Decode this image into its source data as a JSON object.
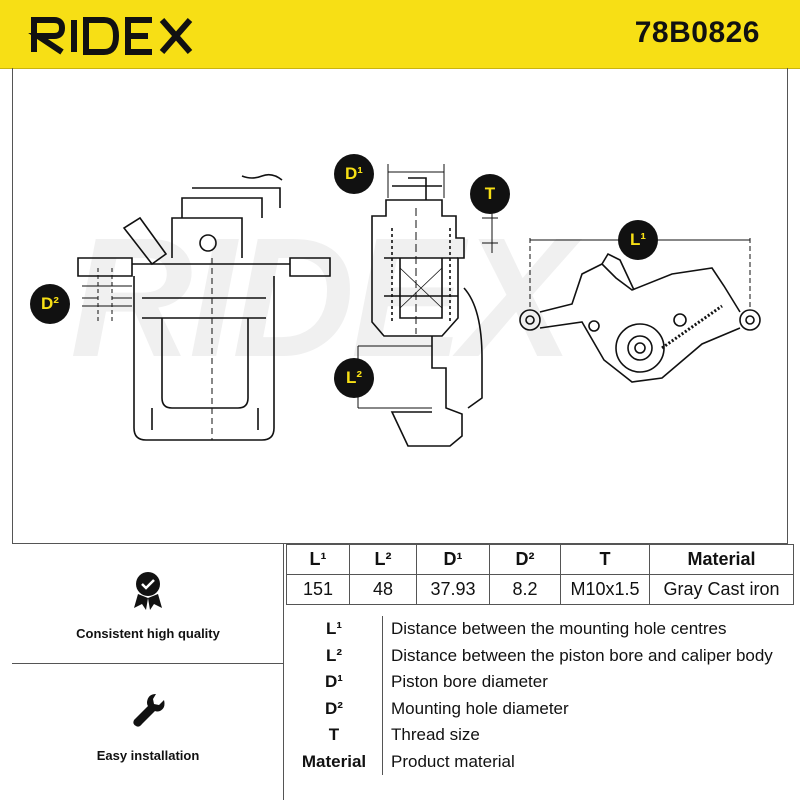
{
  "header": {
    "brand": "RIDEX",
    "part_number": "78B0826"
  },
  "watermark": "RIDEX",
  "diagram_labels": {
    "d1": "D¹",
    "d2": "D²",
    "l1": "L¹",
    "l2": "L²",
    "t": "T"
  },
  "features": [
    {
      "label": "Consistent high quality",
      "icon": "shield-check-icon"
    },
    {
      "label": "Easy installation",
      "icon": "wrench-icon"
    }
  ],
  "spec_table": {
    "headers": [
      "L¹",
      "L²",
      "D¹",
      "D²",
      "T",
      "Material"
    ],
    "values": [
      "151",
      "48",
      "37.93",
      "8.2",
      "M10x1.5",
      "Gray Cast iron"
    ]
  },
  "legend": [
    {
      "key": "L¹",
      "desc": "Distance between the mounting hole centres"
    },
    {
      "key": "L²",
      "desc": "Distance between the piston bore and caliper body"
    },
    {
      "key": "D¹",
      "desc": "Piston bore diameter"
    },
    {
      "key": "D²",
      "desc": "Mounting hole diameter"
    },
    {
      "key": "T",
      "desc": "Thread size"
    },
    {
      "key": "Material",
      "desc": "Product material"
    }
  ],
  "colors": {
    "accent": "#f7df15",
    "dark": "#111111"
  }
}
